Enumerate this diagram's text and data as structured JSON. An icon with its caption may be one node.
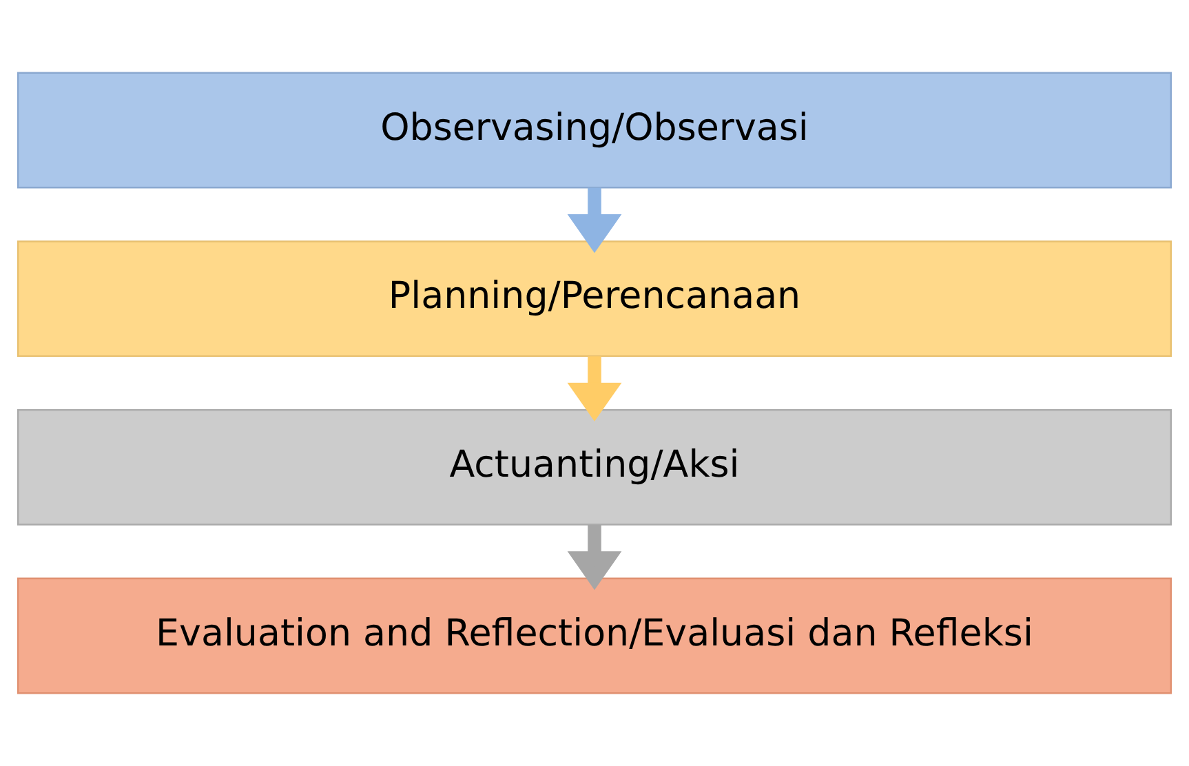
{
  "diagram": {
    "nodes": [
      {
        "text": [
          "Observasing/Observasi"
        ]
      },
      {
        "text": [
          "Planning/Perencanaan"
        ]
      },
      {
        "text": [
          "Actuanting/Aksi"
        ]
      },
      {
        "text": [
          "Evaluation and Reflection/Evaluasi dan Refleksi"
        ]
      }
    ],
    "edges": [
      {
        "from": 0,
        "to": 1,
        "arrow": "to",
        "color": "#8eb4e3"
      },
      {
        "from": 1,
        "to": 2,
        "arrow": "to",
        "color": "#ffcc66"
      },
      {
        "from": 2,
        "to": 3,
        "arrow": "to",
        "color": "#a6a6a6"
      }
    ]
  }
}
